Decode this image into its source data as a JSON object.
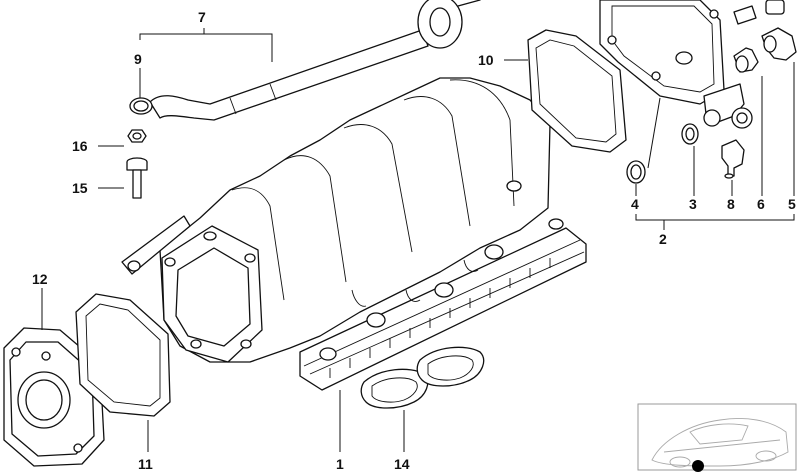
{
  "diagram": {
    "callouts": [
      {
        "id": "c1",
        "label": "1"
      },
      {
        "id": "c2",
        "label": "2"
      },
      {
        "id": "c3",
        "label": "3"
      },
      {
        "id": "c4",
        "label": "4"
      },
      {
        "id": "c5",
        "label": "5"
      },
      {
        "id": "c6",
        "label": "6"
      },
      {
        "id": "c7",
        "label": "7"
      },
      {
        "id": "c8",
        "label": "8"
      },
      {
        "id": "c9",
        "label": "9"
      },
      {
        "id": "c10",
        "label": "10"
      },
      {
        "id": "c11",
        "label": "11"
      },
      {
        "id": "c12",
        "label": "12"
      },
      {
        "id": "c14",
        "label": "14"
      },
      {
        "id": "c15",
        "label": "15"
      },
      {
        "id": "c16",
        "label": "16"
      }
    ]
  }
}
